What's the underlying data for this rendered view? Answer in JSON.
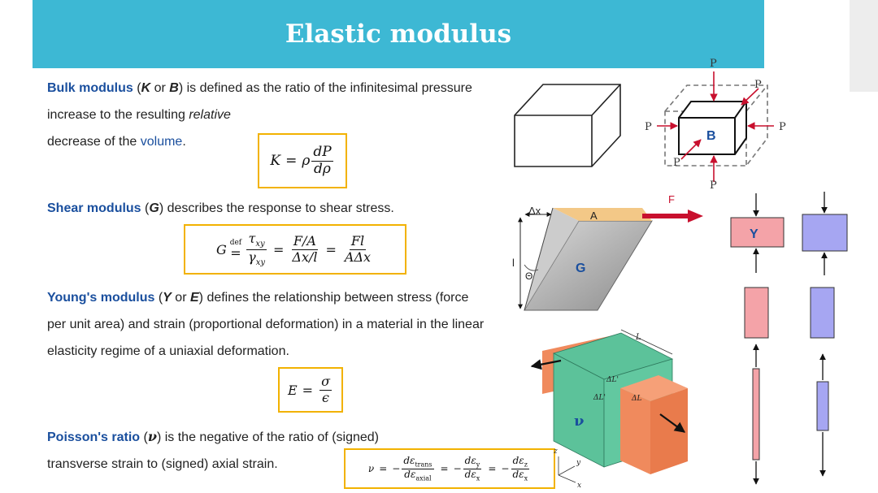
{
  "title": "Elastic modulus",
  "bulk": {
    "term": "Bulk modulus",
    "sym1": "K",
    "or": "or",
    "sym2": "B",
    "text1": "is defined as the ratio of the infinitesimal pressure increase to the resulting",
    "relative": "relative",
    "text2": "decrease of the",
    "volume": "volume",
    "formula": {
      "lhs": "K",
      "eq": "=",
      "rho": "ρ",
      "num": "dP",
      "den": "dρ"
    }
  },
  "shear": {
    "term": "Shear modulus",
    "sym": "G",
    "text": "describes the response to shear stress.",
    "formula": {
      "lhs": "G",
      "def": "def",
      "eq": "=",
      "tau": "τ",
      "gamma": "γ",
      "xy": "xy",
      "f1num": "F/A",
      "f1den": "Δx/l",
      "f2num": "Fl",
      "f2den": "AΔx"
    }
  },
  "young": {
    "term": "Young's modulus",
    "sym1": "Y",
    "or": "or",
    "sym2": "E",
    "text1": "defines the relationship between",
    "text2": "stress (force per unit area) and strain (proportional deformation) in a material in the linear elasticity regime of a uniaxial deformation.",
    "formula": {
      "lhs": "E",
      "eq": "=",
      "num": "σ",
      "den": "ϵ"
    }
  },
  "poisson": {
    "term": "Poisson's ratio",
    "sym": "ν",
    "text1": "is the negative of the ratio of (signed)",
    "text2": "transverse strain to (signed) axial strain.",
    "formula": {
      "lhs": "ν",
      "eq": "=",
      "minus": "−",
      "d_eps": "dε",
      "trans": "trans",
      "axial": "axial",
      "y": "y",
      "x": "x",
      "z": "z"
    }
  },
  "diagrams": {
    "bulk": {
      "p": "P",
      "b": "B"
    },
    "shear": {
      "dx": "Δx",
      "a": "A",
      "f": "F",
      "l": "l",
      "theta": "Θ",
      "g": "G"
    },
    "young": {
      "y": "Y"
    },
    "poisson": {
      "l": "L",
      "dl1": "ΔL'",
      "dl2": "ΔL'",
      "dl": "ΔL",
      "nu": "ν",
      "ax_z": "z",
      "ax_y": "y",
      "ax_x": "x"
    }
  },
  "colors": {
    "title_band": "#3db8d4",
    "term": "#1a4f9e",
    "formula_border": "#f2b200",
    "arrow_red": "#c8102e",
    "pink": "#f4a3a8",
    "lavender": "#a6a6f2",
    "green": "#5cc29a",
    "orange": "#f08a5d"
  }
}
